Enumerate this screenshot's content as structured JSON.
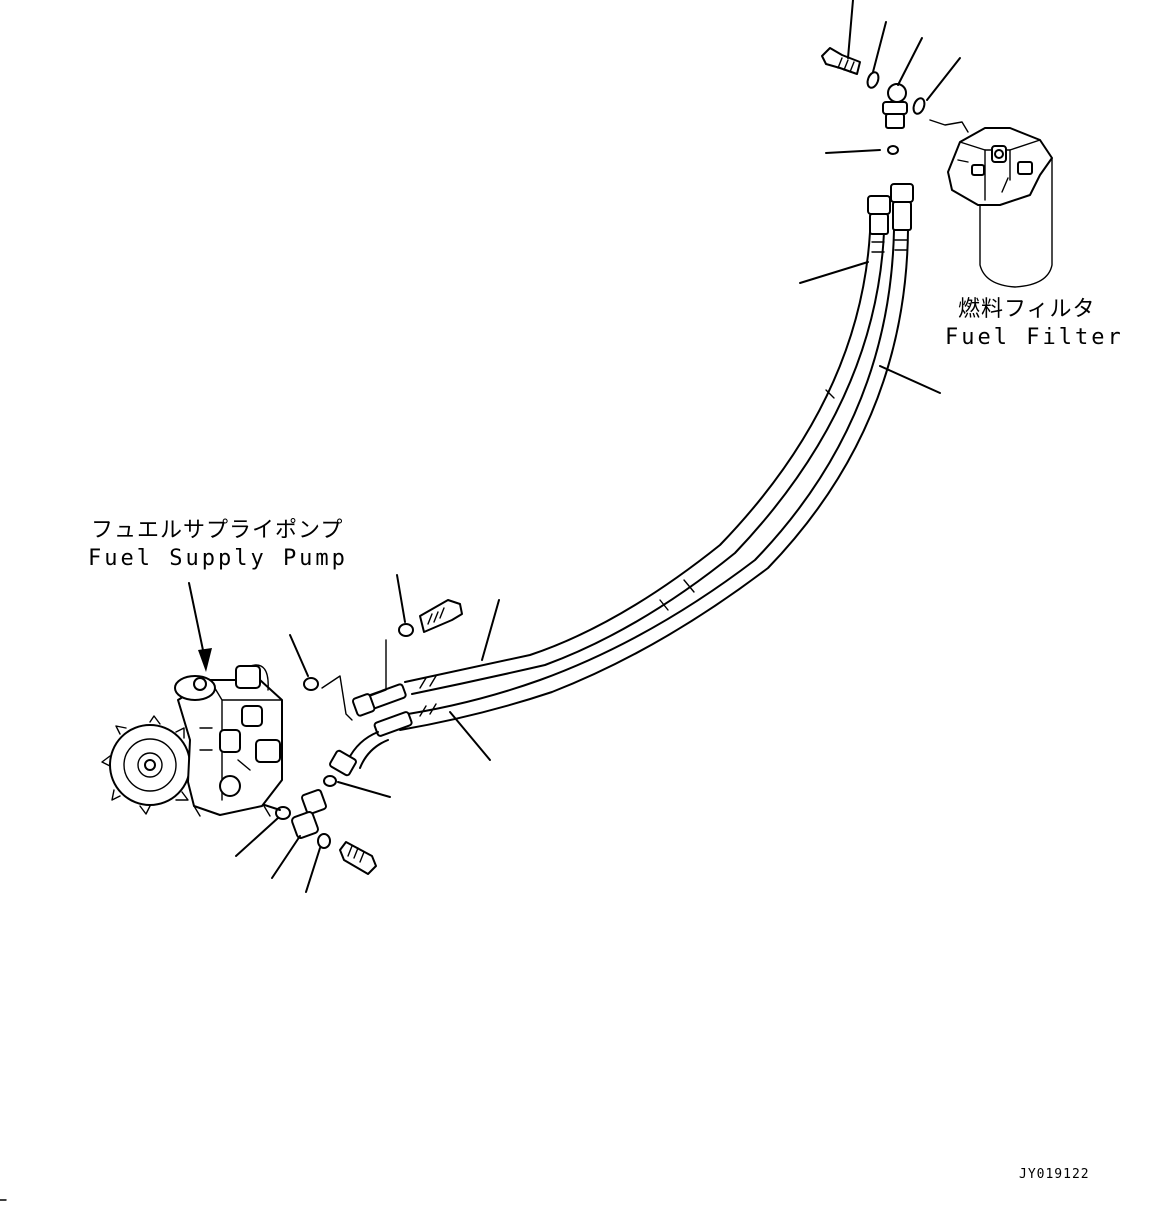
{
  "labels": {
    "fuel_filter_jp": "燃料フィルタ",
    "fuel_filter_en": "Fuel Filter",
    "supply_pump_jp": "フュエルサプライポンプ",
    "supply_pump_en": "Fuel Supply Pump",
    "drawing_code": "JY019122"
  },
  "icons": [
    "fuel-filter-icon",
    "fuel-supply-pump-icon",
    "hose-icon",
    "bolt-icon",
    "washer-icon",
    "fitting-icon",
    "o-ring-icon",
    "arrow-icon"
  ],
  "colors": {
    "line": "#000000",
    "background": "#ffffff"
  }
}
